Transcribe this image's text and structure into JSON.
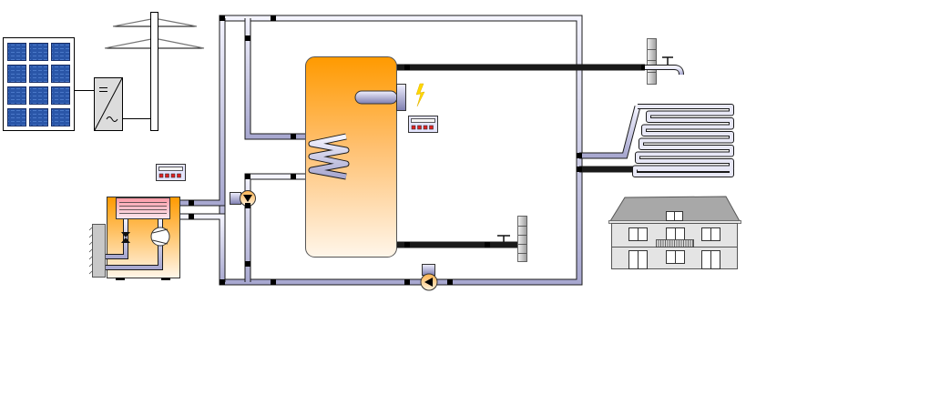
{
  "diagram": {
    "title": "",
    "components": [
      {
        "id": "solar-panel",
        "label": "",
        "type": "pv-module",
        "cells": 12
      },
      {
        "id": "inverter",
        "label": "",
        "symbols": [
          "=",
          "~"
        ]
      },
      {
        "id": "power-pylon",
        "label": ""
      },
      {
        "id": "heat-pump",
        "label": ""
      },
      {
        "id": "heat-pump-controller",
        "label": "",
        "buttons": 4
      },
      {
        "id": "storage-tank",
        "label": ""
      },
      {
        "id": "electric-heater",
        "label": ""
      },
      {
        "id": "heater-controller",
        "label": "",
        "buttons": 4
      },
      {
        "id": "lightning-symbol",
        "label": ""
      },
      {
        "id": "heating-coil",
        "label": ""
      },
      {
        "id": "charging-pump",
        "label": "",
        "direction": "down"
      },
      {
        "id": "circulation-pump",
        "label": "",
        "direction": "left"
      },
      {
        "id": "hot-water-tap",
        "label": ""
      },
      {
        "id": "cold-water-inlet",
        "label": ""
      },
      {
        "id": "floor-heating",
        "label": "",
        "loops": 6
      },
      {
        "id": "house",
        "label": ""
      }
    ],
    "colors": {
      "tank_top": "#ff9900",
      "tank_bottom": "#fff4e6",
      "pipe_light": "#f0f0ff",
      "pipe_dark": "#9c9cc4",
      "solar_cell": "#2a56a8",
      "led_red": "#e02020",
      "lightning": "#ffd800"
    }
  }
}
